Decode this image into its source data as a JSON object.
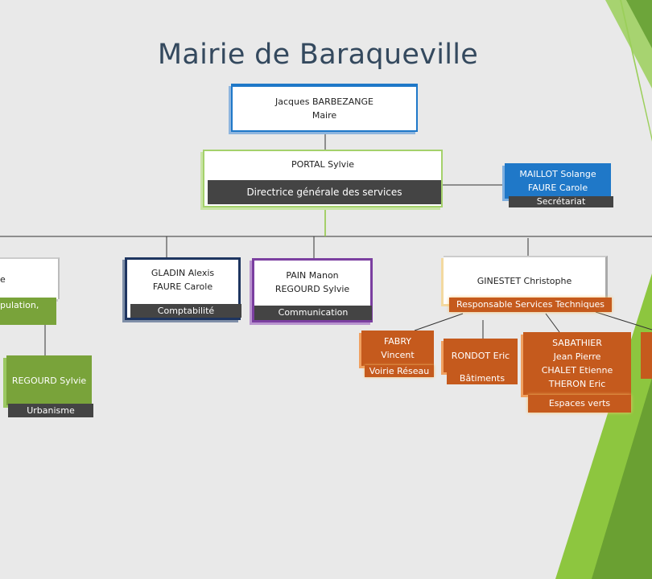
{
  "title": "Mairie de Baraqueville",
  "nodes": {
    "maire": {
      "name": "Jacques BARBEZANGE",
      "role": "Maire"
    },
    "dgs": {
      "name": "PORTAL Sylvie",
      "role": "Directrice générale des services"
    },
    "secretariat": {
      "name1": "MAILLOT Solange",
      "name2": "FAURE Carole",
      "role": "Secrétariat"
    },
    "population": {
      "name": "e",
      "role": "pulation,"
    },
    "urbanisme": {
      "name": "REGOURD Sylvie",
      "role": "Urbanisme"
    },
    "comptabilite": {
      "name1": "GLADIN Alexis",
      "name2": "FAURE Carole",
      "role": "Comptabilité"
    },
    "communication": {
      "name1": "PAIN Manon",
      "name2": "REGOURD Sylvie",
      "role": "Communication"
    },
    "services_techniques": {
      "name": "GINESTET Christophe",
      "role": "Responsable Services Techniques"
    },
    "voirie": {
      "name1": "FABRY",
      "name2": "Vincent",
      "role": "Voirie Réseau"
    },
    "batiments": {
      "name": "RONDOT Eric",
      "role": "Bâtiments"
    },
    "espaces_verts": {
      "name1": "SABATHIER",
      "name2": "Jean Pierre",
      "name3": "CHALET Etienne",
      "name4": "THERON Eric",
      "role": "Espaces verts"
    }
  },
  "colors": {
    "background": "#e9e9e9",
    "title": "#34495e",
    "accent_green": "#8dc63f",
    "blue": "#1f78c8",
    "navy": "#1e3560",
    "purple": "#7b3fa0",
    "orange": "#c55a1d",
    "olive": "#79a33a",
    "dark_bar": "#444444"
  }
}
